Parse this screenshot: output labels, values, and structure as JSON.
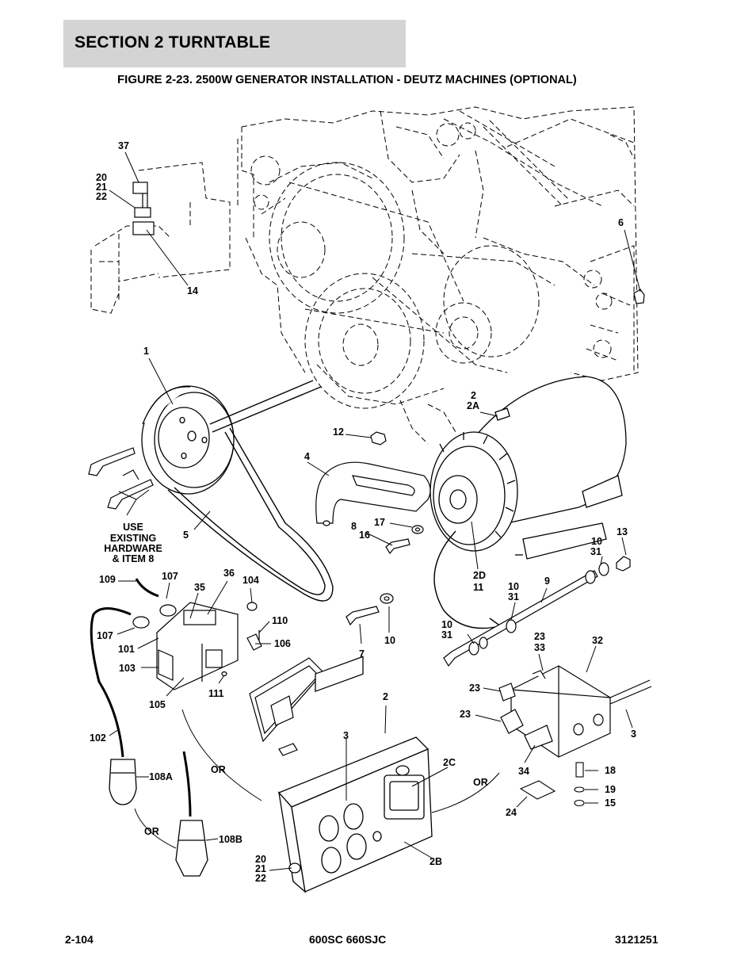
{
  "header": {
    "section_title": "SECTION 2   TURNTABLE",
    "figure_number": "FIGURE 2-23.",
    "figure_title": " 2500W GENERATOR INSTALLATION - DEUTZ MACHINES (OPTIONAL)"
  },
  "callouts": [
    "37",
    "20",
    "21",
    "22",
    "14",
    "6",
    "1",
    "2",
    "2A",
    "12",
    "4",
    "5",
    "USE",
    "EXISTING",
    "HARDWARE",
    "& ITEM 8",
    "8",
    "17",
    "16",
    "13",
    "10",
    "31",
    "109",
    "107",
    "35",
    "36",
    "104",
    "2D",
    "11",
    "10",
    "31",
    "9",
    "107",
    "110",
    "106",
    "101",
    "103",
    "7",
    "10",
    "10",
    "31",
    "23",
    "33",
    "32",
    "111",
    "105",
    "23",
    "23",
    "3",
    "2",
    "3",
    "2C",
    "OR",
    "34",
    "18",
    "19",
    "15",
    "OR",
    "24",
    "102",
    "108A",
    "OR",
    "108B",
    "20",
    "21",
    "22",
    "2B"
  ],
  "footer": {
    "page_number": "2-104",
    "model": "600SC 660SJC",
    "manual_number": "3121251"
  },
  "icons": [
    "engine-block",
    "crankshaft-pulley",
    "drive-belt",
    "generator",
    "adjusting-bracket",
    "junction-box",
    "control-box",
    "receptacle-panel",
    "cord-connector"
  ]
}
